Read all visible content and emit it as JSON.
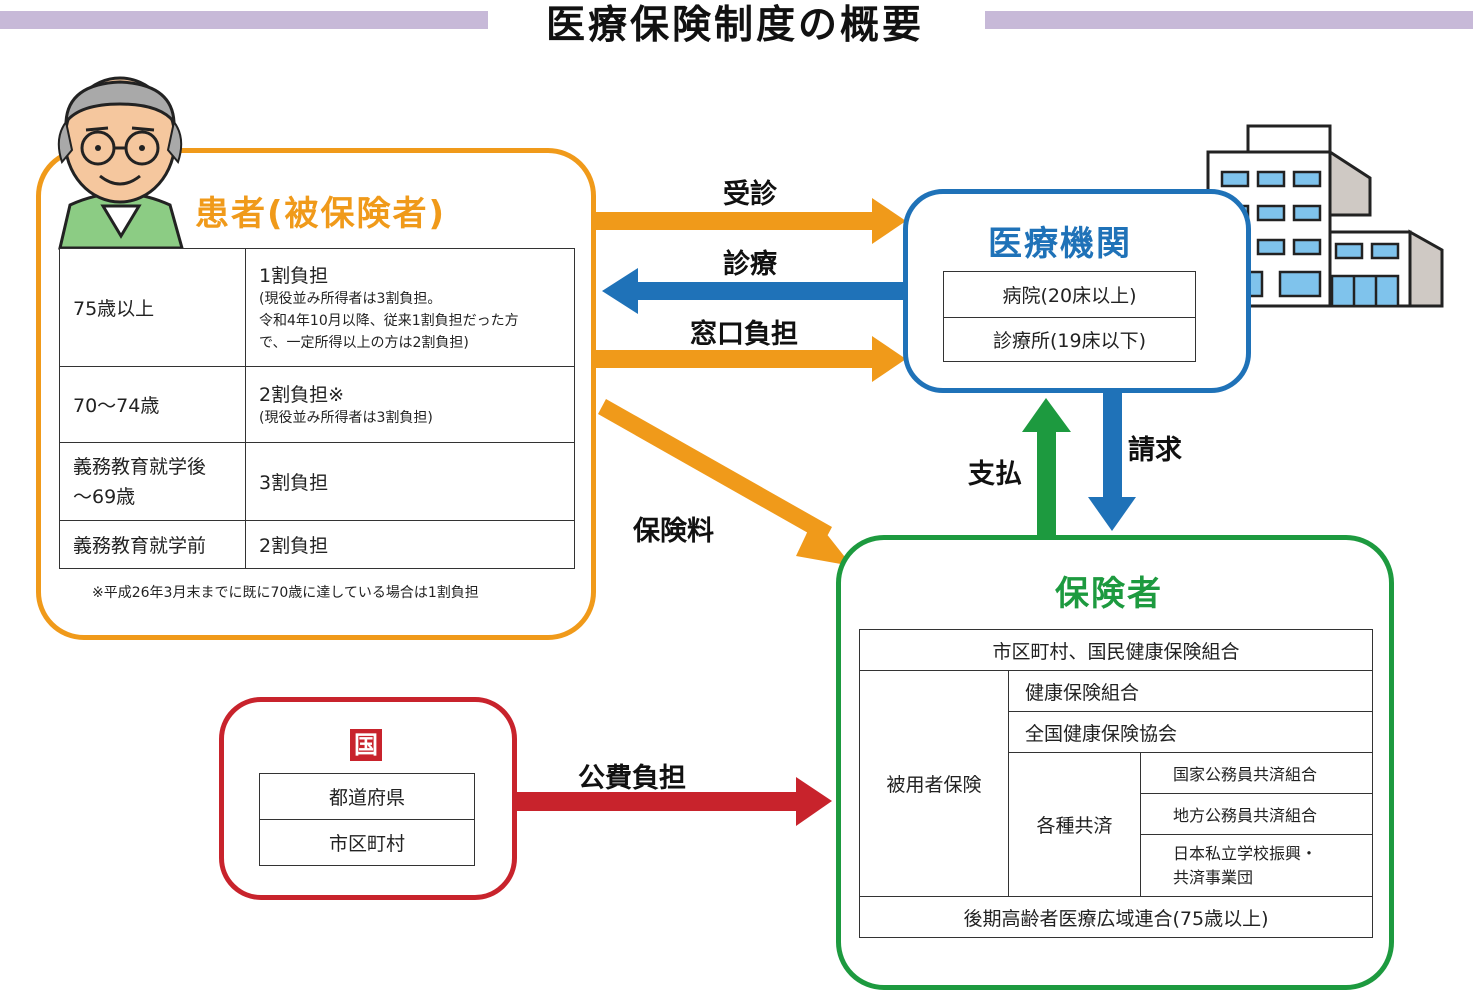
{
  "title": "医療保険制度の概要",
  "colors": {
    "patient": "#f09a1a",
    "medical": "#1f72b8",
    "insurer": "#1d9a3f",
    "state": "#c8232c",
    "title_bar": "#c7b9d8"
  },
  "patient": {
    "title": "患者(被保険者)",
    "rows": [
      {
        "age": "75歳以上",
        "burden": "1割負担",
        "note_lines": [
          "(現役並み所得者は3割負担。",
          "令和4年10月以降、従来1割負担だった方",
          "で、一定所得以上の方は2割負担)"
        ]
      },
      {
        "age": "70〜74歳",
        "burden": "2割負担※",
        "note_lines": [
          "(現役並み所得者は3割負担)"
        ]
      },
      {
        "age_lines": [
          "義務教育就学後",
          "〜69歳"
        ],
        "burden": "3割負担"
      },
      {
        "age": "義務教育就学前",
        "burden": "2割負担"
      }
    ],
    "footnote": "※平成26年3月末までに既に70歳に達している場合は1割負担"
  },
  "medical": {
    "title": "医療機関",
    "items": [
      "病院(20床以上)",
      "診療所(19床以下)"
    ]
  },
  "insurer": {
    "title": "保険者",
    "rows": {
      "top": "市区町村、国民健康保険組合",
      "employee_label": "被用者保険",
      "kenpo": "健康保険組合",
      "kyokai": "全国健康保険協会",
      "kyosai_label": "各種共済",
      "kyosai_items": [
        "国家公務員共済組合",
        "地方公務員共済組合"
      ],
      "private_school_lines": [
        "日本私立学校振興・",
        "共済事業団"
      ],
      "bottom": "後期高齢者医療広域連合(75歳以上)"
    }
  },
  "state": {
    "title": "国",
    "items": [
      "都道府県",
      "市区町村"
    ]
  },
  "arrows": {
    "visit": "受診",
    "treatment": "診療",
    "copay": "窓口負担",
    "premium": "保険料",
    "payment": "支払",
    "claim": "請求",
    "public_burden": "公費負担"
  },
  "icons": [
    "elderly-man-icon",
    "hospital-building-icon"
  ]
}
